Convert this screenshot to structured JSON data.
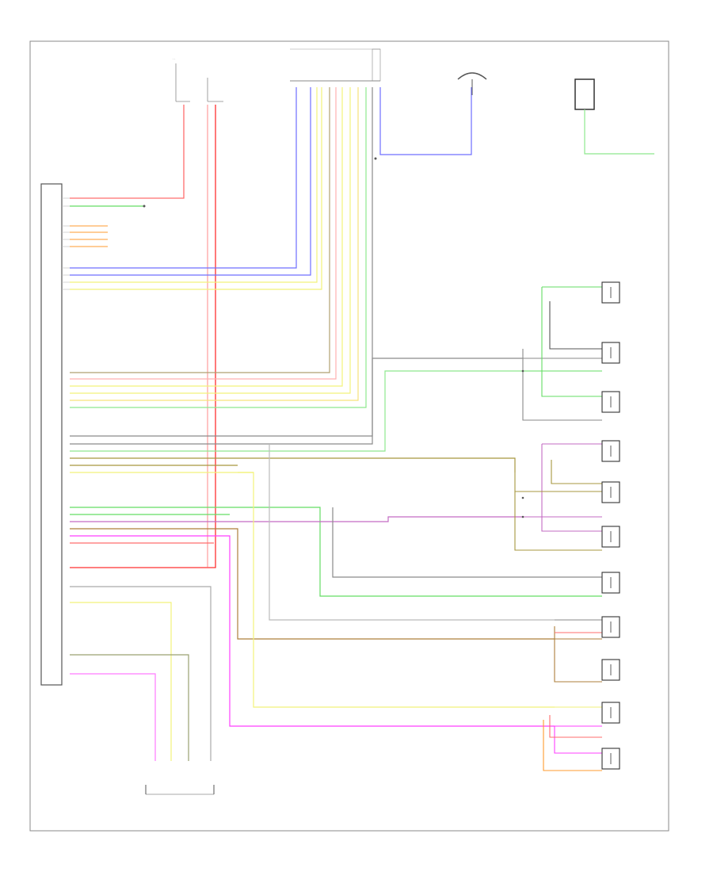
{
  "page": {
    "footer_code": ""
  },
  "colors": {
    "red": "#ff3030",
    "pink": "#ff7a7a",
    "blue": "#6f6fff",
    "yellow": "#f2f27a",
    "green": "#63dd63",
    "green_light": "#8ee88e",
    "gray": "#8a8a8a",
    "olive": "#a7973f",
    "violet": "#c36bc3",
    "magenta": "#ff3fff",
    "orange": "#ff9b2f",
    "brown": "#ad7f3b",
    "frame": "#888888",
    "dark": "#222222"
  },
  "components": {
    "main_unit": {
      "label": ""
    },
    "center_top_connector": {
      "label": ""
    },
    "antenna": {
      "label": ""
    },
    "top_right_module": {
      "label": ""
    },
    "bottom_connector": {
      "label": ""
    },
    "speakers": [
      {
        "id": "left-front-1",
        "label": ""
      },
      {
        "id": "left-front-2",
        "label": ""
      },
      {
        "id": "left-front-3",
        "label": ""
      },
      {
        "id": "right-front-1",
        "label": ""
      },
      {
        "id": "right-front-2",
        "label": ""
      },
      {
        "id": "right-front-3",
        "label": ""
      },
      {
        "id": "center",
        "label": ""
      },
      {
        "id": "left-rear-1",
        "label": ""
      },
      {
        "id": "left-rear-2",
        "label": ""
      },
      {
        "id": "right-rear-1",
        "label": ""
      },
      {
        "id": "right-rear-2",
        "label": ""
      }
    ]
  }
}
